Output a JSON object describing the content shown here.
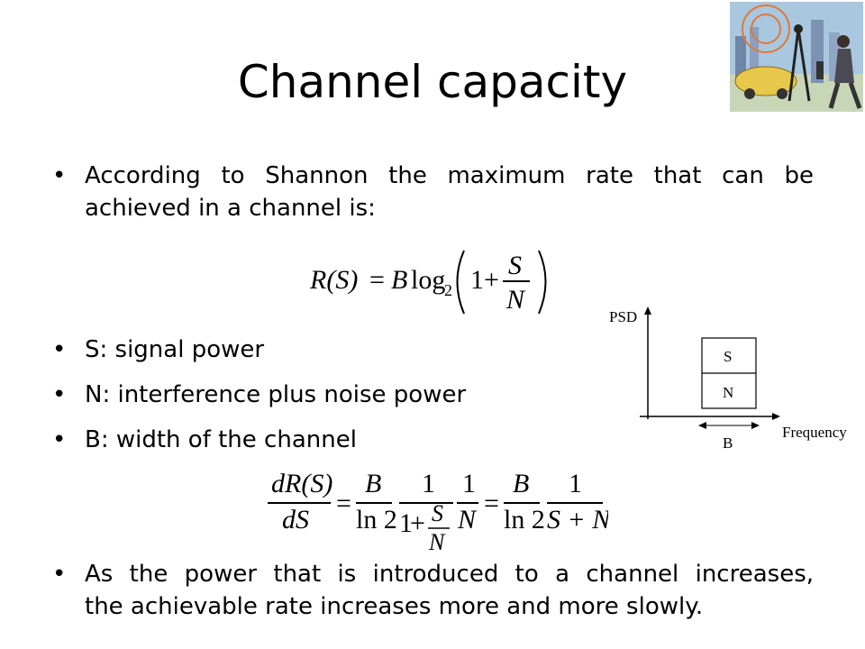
{
  "slide": {
    "title": "Channel capacity",
    "bullets": [
      {
        "line1": "According to Shannon the maximum rate that can be",
        "line2": "achieved in a channel is:"
      },
      {
        "text": "S: signal power"
      },
      {
        "text": "N: interference plus noise power"
      },
      {
        "text": "B: width of the channel"
      },
      {
        "line1": "As the power that is introduced to a channel increases,",
        "line2": "the achievable rate increases more and more slowly."
      }
    ],
    "bullet_glyph": "•",
    "equation1": {
      "lhs": "R(S)",
      "eq": "=",
      "B": "B",
      "log": "log",
      "base": "2",
      "one": "1",
      "plus": "+",
      "num": "S",
      "den": "N"
    },
    "equation2": {
      "d_num": "dR(S)",
      "d_den": "dS",
      "eq": "=",
      "B": "B",
      "ln2": "ln 2",
      "one": "1",
      "plus": "+",
      "S": "S",
      "N": "N",
      "SpN": "S + N"
    },
    "psd_diagram": {
      "y_label": "PSD",
      "x_label": "Frequency",
      "s_label": "S",
      "n_label": "N",
      "b_label": "B"
    }
  }
}
